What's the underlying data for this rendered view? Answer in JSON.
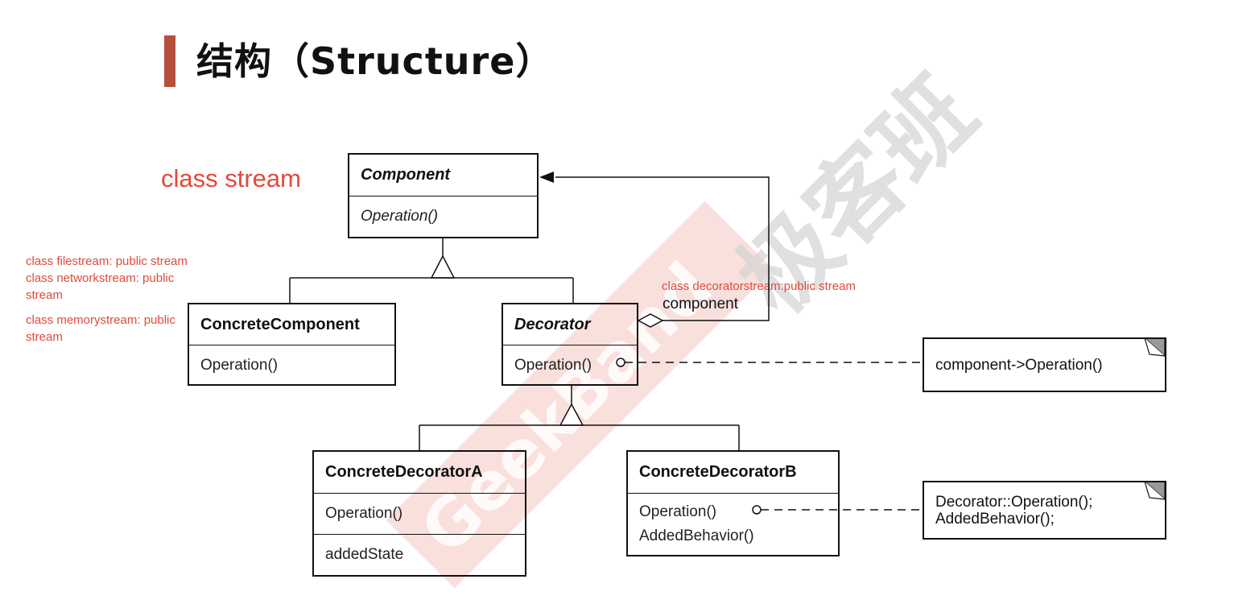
{
  "title": "结构（Structure）",
  "annotations": {
    "class_stream": "class stream",
    "subclasses": [
      "class filestream: public stream",
      "class networkstream: public",
      "stream",
      "class memorystream: public",
      "stream"
    ],
    "decorator_stream": "class decoratorstream:public stream"
  },
  "classes": {
    "component": {
      "name": "Component",
      "ops": [
        "Operation()"
      ]
    },
    "concrete_component": {
      "name": "ConcreteComponent",
      "ops": [
        "Operation()"
      ]
    },
    "decorator": {
      "name": "Decorator",
      "ops": [
        "Operation()"
      ]
    },
    "concrete_decorator_a": {
      "name": "ConcreteDecoratorA",
      "ops": [
        "Operation()"
      ],
      "attrs": [
        "addedState"
      ]
    },
    "concrete_decorator_b": {
      "name": "ConcreteDecoratorB",
      "ops": [
        "Operation()",
        "AddedBehavior()"
      ]
    }
  },
  "labels": {
    "component_role": "component"
  },
  "notes": {
    "decorator_note": [
      "component->Operation()"
    ],
    "decorator_b_note": [
      "Decorator::Operation();",
      "AddedBehavior();"
    ]
  },
  "watermark": {
    "cn": "极客班",
    "en": "GeekBand"
  },
  "colors": {
    "annotation_red": "#e04a3a",
    "title_bar": "#b5503c",
    "watermark": "#d0d0d0",
    "watermark_red": "#f3c6c0"
  }
}
